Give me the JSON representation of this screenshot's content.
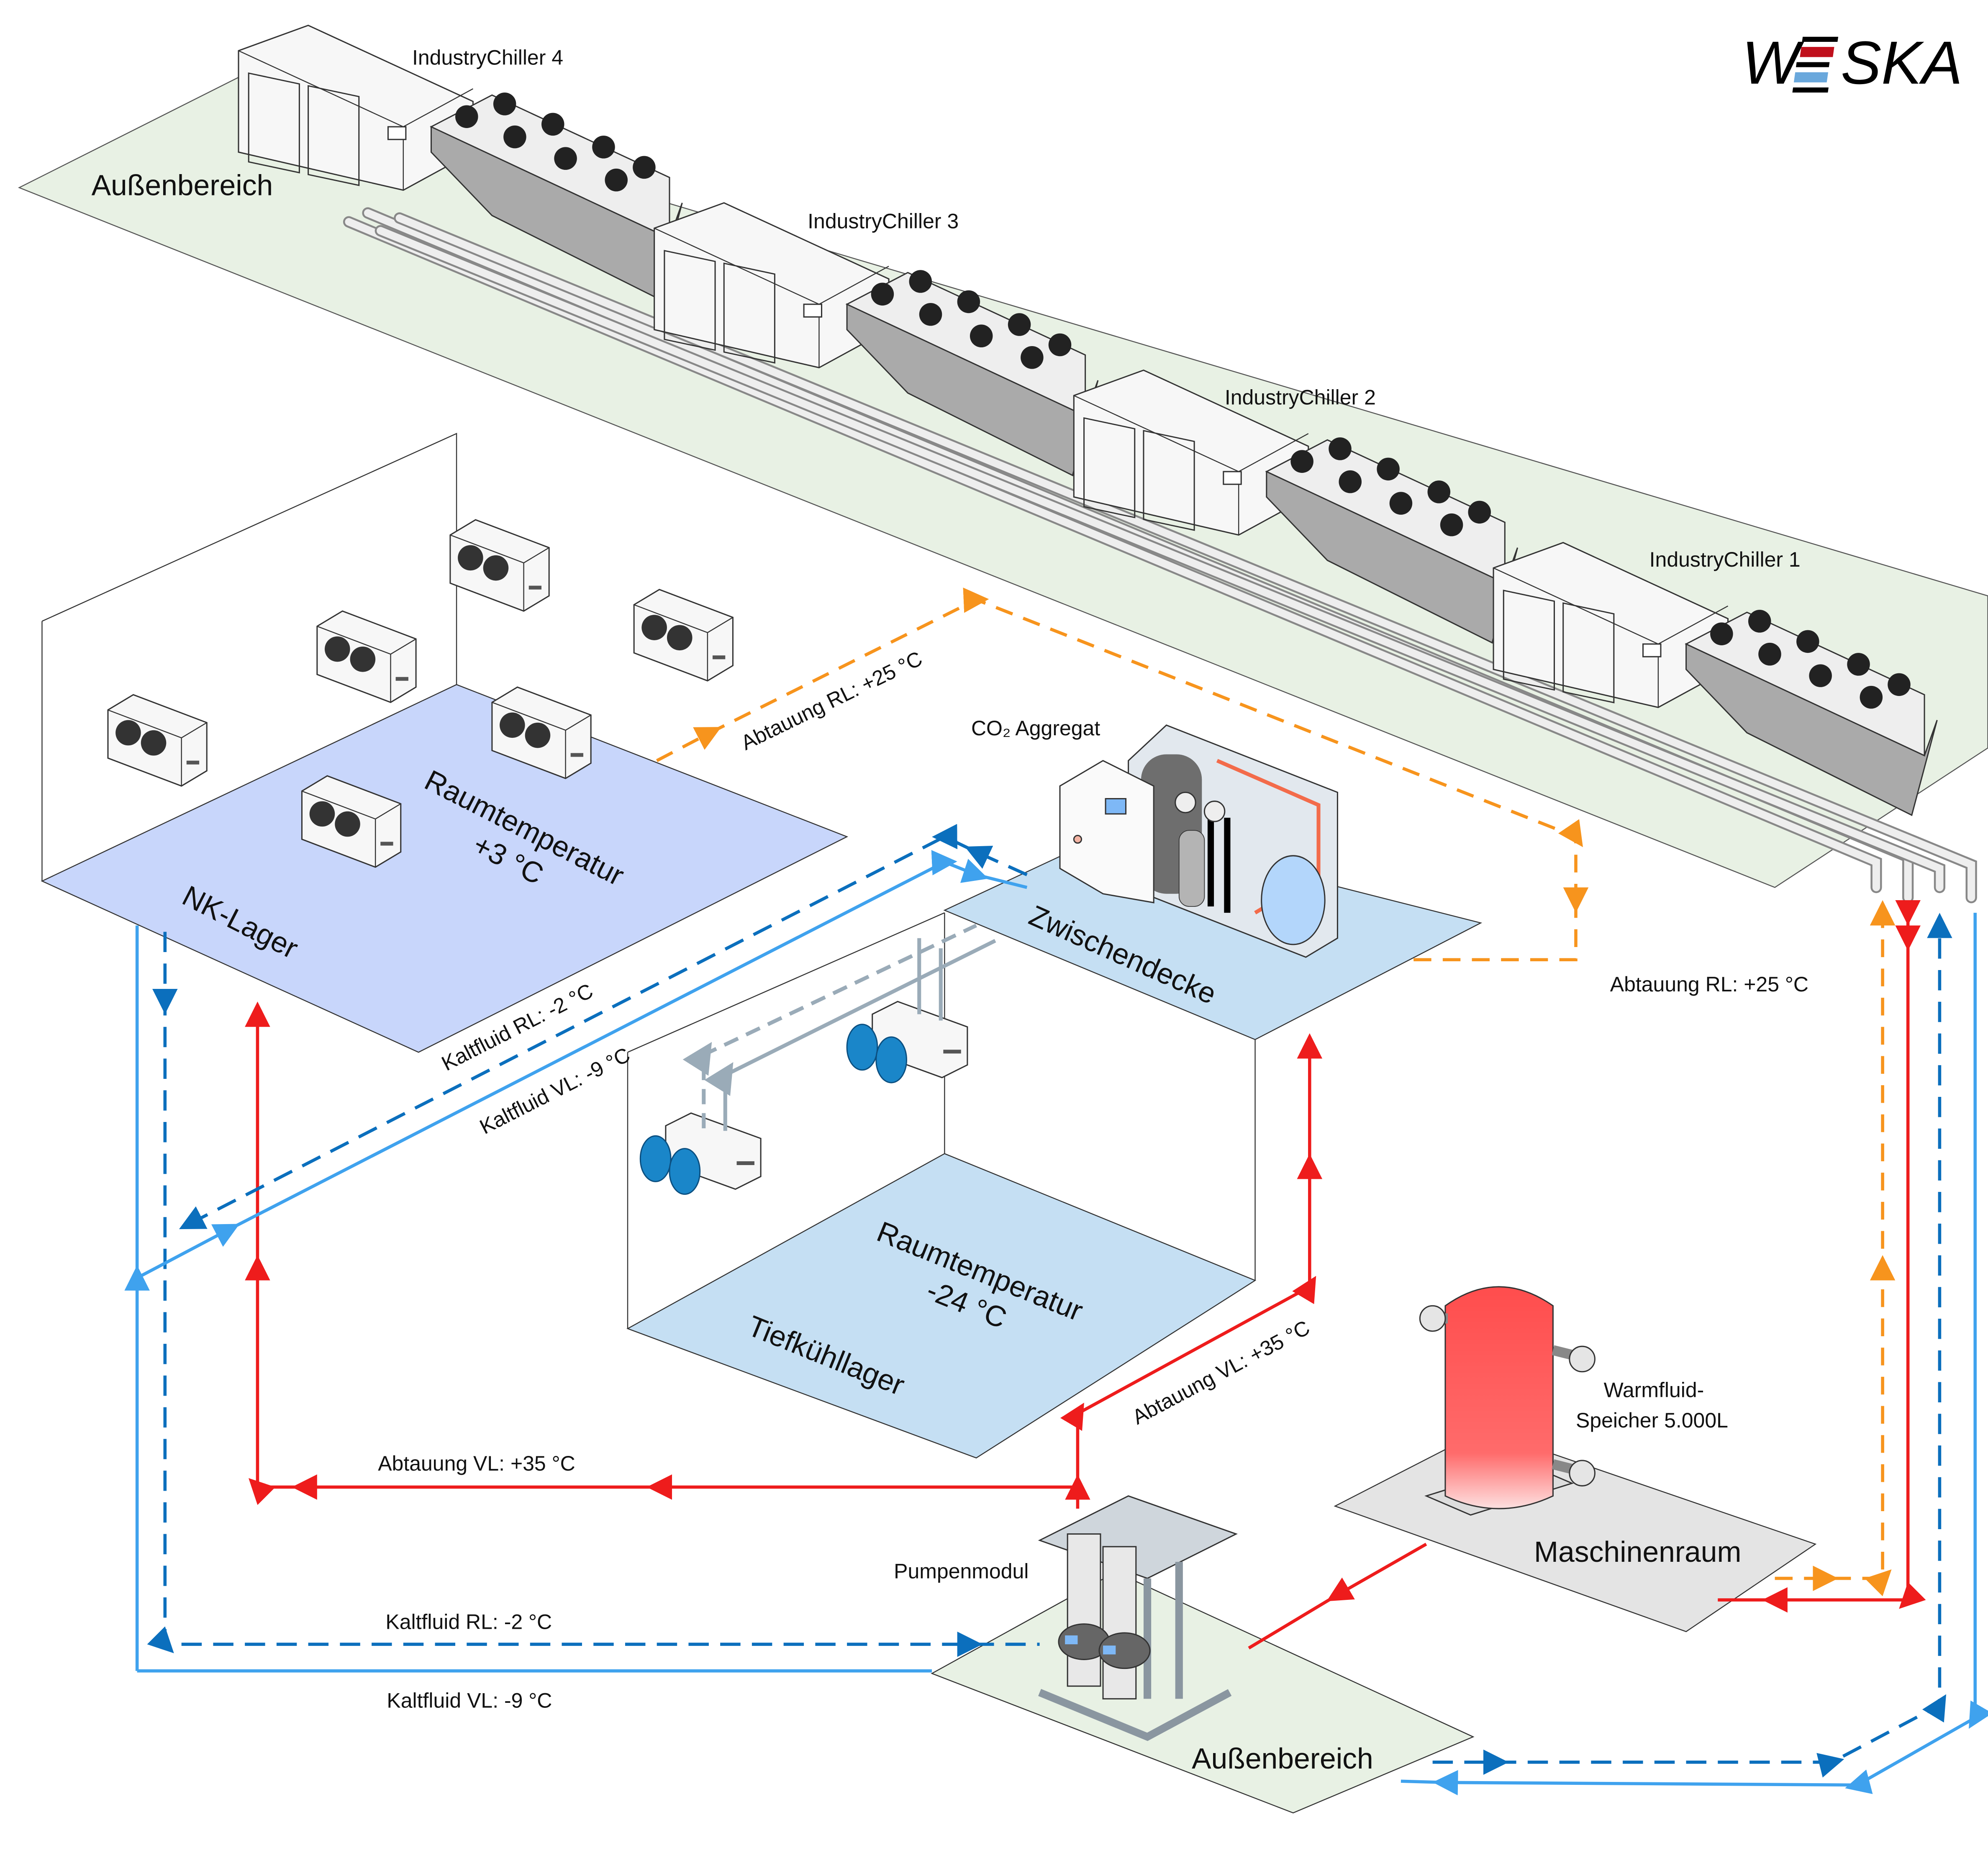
{
  "logo": {
    "text": "WESKA",
    "colors": {
      "red": "#c0101c",
      "blue": "#6aa8dc",
      "black": "#000000"
    }
  },
  "outdoor_top": {
    "label": "Außenbereich"
  },
  "chillers": [
    {
      "label": "IndustryChiller 4"
    },
    {
      "label": "IndustryChiller 3"
    },
    {
      "label": "IndustryChiller 2"
    },
    {
      "label": "IndustryChiller 1"
    }
  ],
  "nk_lager": {
    "name": "NK-Lager",
    "temp_line1": "Raumtemperatur",
    "temp_line2": "+3 °C"
  },
  "zwischendecke": {
    "name": "Zwischendecke",
    "co2_label": "CO₂ Aggregat"
  },
  "tiefkuehllager": {
    "name": "Tiefkühllager",
    "temp_line1": "Raumtemperatur",
    "temp_line2": "-24 °C"
  },
  "maschinenraum": {
    "name": "Maschinenraum",
    "tank_line1": "Warmfluid-",
    "tank_line2": "Speicher 5.000L"
  },
  "outdoor_bottom": {
    "label": "Außenbereich",
    "pump_label": "Pumpenmodul"
  },
  "lines": {
    "abtauung_rl_top": "Abtauung RL: +25 °C",
    "abtauung_rl_right": "Abtauung RL: +25 °C",
    "abtauung_vl_left": "Abtauung VL: +35 °C",
    "abtauung_vl_diag": "Abtauung VL: +35 °C",
    "kaltfluid_rl_diag": "Kaltfluid RL: -2 °C",
    "kaltfluid_vl_diag": "Kaltfluid VL: -9 °C",
    "kaltfluid_rl_bottom": "Kaltfluid RL: -2 °C",
    "kaltfluid_vl_bottom": "Kaltfluid VL: -9 °C"
  },
  "colors": {
    "abtauung_vl": "#ee1c1c",
    "abtauung_rl": "#f7941d",
    "kaltfluid_rl": "#0b6fbd",
    "kaltfluid_vl": "#3fa2ee",
    "nk_floor": "#c8d6fb",
    "tk_floor": "#c5dff3",
    "outdoor_floor": "#e8f1e4",
    "machine_floor": "#e4e4e4"
  }
}
